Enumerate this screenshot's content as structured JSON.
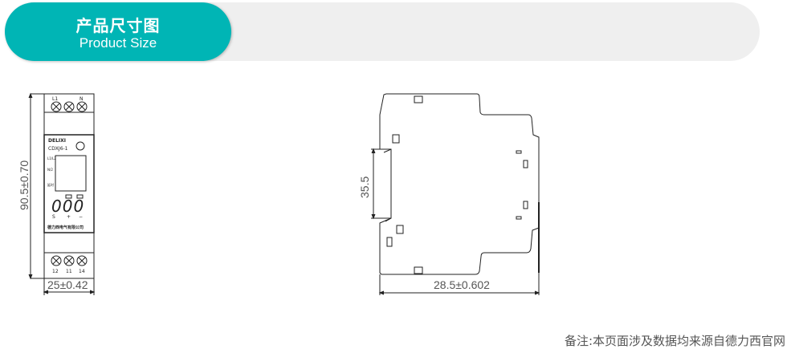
{
  "header": {
    "title_cn": "产品尺寸图",
    "title_en": "Product Size"
  },
  "front_view": {
    "height_dim": "90.5±0.70",
    "width_dim": "25±0.42",
    "top_terminals": [
      "L1",
      "N"
    ],
    "bottom_terminals": [
      "12",
      "11",
      "14"
    ],
    "brand": "DELIXI",
    "model": "CDXJ6-1",
    "side_labels": [
      "L1/L2",
      "N/2",
      "延时"
    ],
    "buttons": [
      "S",
      "+",
      "−"
    ],
    "display": "000",
    "footer_text": "德力西电气有限公司"
  },
  "side_view": {
    "rail_dim": "35.5",
    "depth_dim": "28.5±0.602"
  },
  "note": "备注:本页面涉及数据均来源自德力西官网",
  "colors": {
    "accent": "#00b5b5",
    "banner_bg": "#efefef"
  }
}
